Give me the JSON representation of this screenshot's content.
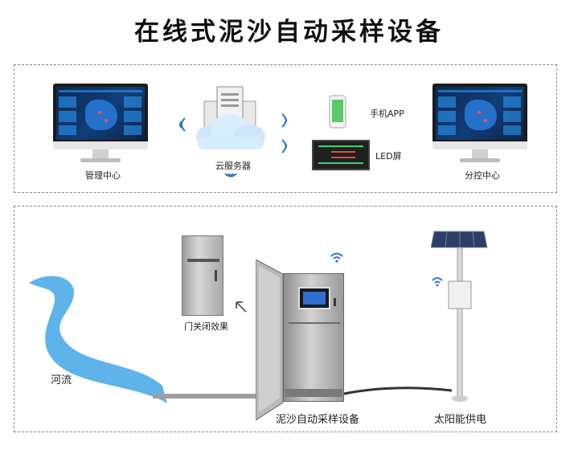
{
  "title": "在线式泥沙自动采样设备",
  "top_panel": {
    "management_label": "管理中心",
    "cloud_label": "云服务器",
    "phone_label": "手机APP",
    "led_label": "LED屏",
    "branch_label": "分控中心"
  },
  "bottom_panel": {
    "river_label": "河流",
    "door_label": "门关闭效果",
    "device_label": "泥沙自动采样设备",
    "solar_label": "太阳能供电"
  },
  "colors": {
    "river": "#5eb4ea",
    "wifi": "#2e78c8",
    "screen": "#123d78"
  }
}
